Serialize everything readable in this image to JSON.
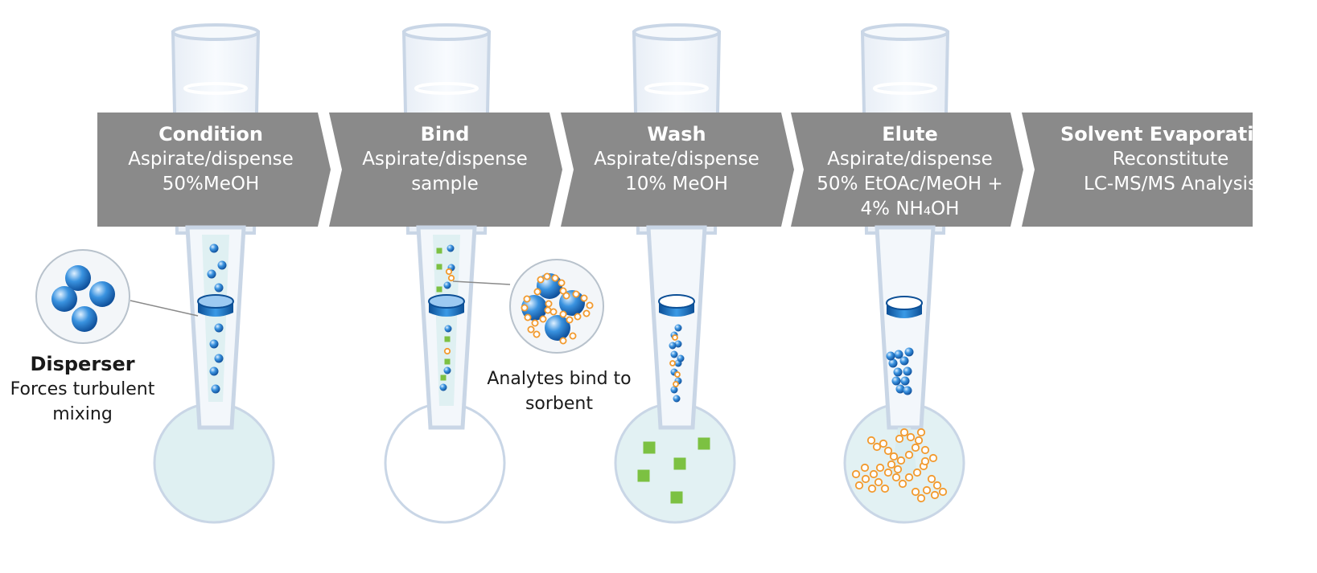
{
  "steps": [
    {
      "title": "Condition",
      "lines": [
        "Aspirate/dispense",
        "50%MeOH"
      ]
    },
    {
      "title": "Bind",
      "lines": [
        "Aspirate/dispense",
        "sample"
      ]
    },
    {
      "title": "Wash",
      "lines": [
        "Aspirate/dispense",
        "10% MeOH"
      ]
    },
    {
      "title": "Elute",
      "lines": [
        "Aspirate/dispense",
        "50% EtOAc/MeOH +",
        "4% NH₄OH"
      ]
    },
    {
      "title": "Solvent Evaporation",
      "lines": [
        "Reconstitute",
        "LC-MS/MS Analysis"
      ]
    }
  ],
  "callouts": {
    "disperser": {
      "title": "Disperser",
      "lines": [
        "Forces turbulent",
        "mixing"
      ]
    },
    "analytes": {
      "lines": [
        "Analytes bind to",
        "sorbent"
      ]
    }
  },
  "colors": {
    "arrow_fill": "#8a8a8a",
    "arrow_text": "#ffffff",
    "tip_outline": "#c9d6e6",
    "liquid": "#dff0f2",
    "bead_blue": "#1f78c8",
    "analyte_orange": "#f29a2e",
    "matrix_green": "#7cc142"
  }
}
